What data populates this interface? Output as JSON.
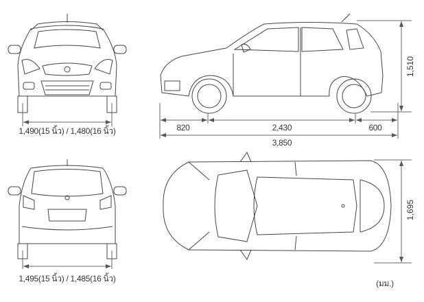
{
  "dimensions": {
    "front_track": "1,490(15 นิ้ว) / 1,480(16 นิ้ว)",
    "rear_track": "1,495(15 นิ้ว) / 1,485(16 นิ้ว)",
    "front_overhang": "820",
    "wheelbase": "2,430",
    "rear_overhang": "600",
    "overall_length": "3,850",
    "height": "1,510",
    "width": "1,695"
  },
  "unit": "(มม.)",
  "colors": {
    "line": "#444444",
    "dim": "#666666"
  }
}
